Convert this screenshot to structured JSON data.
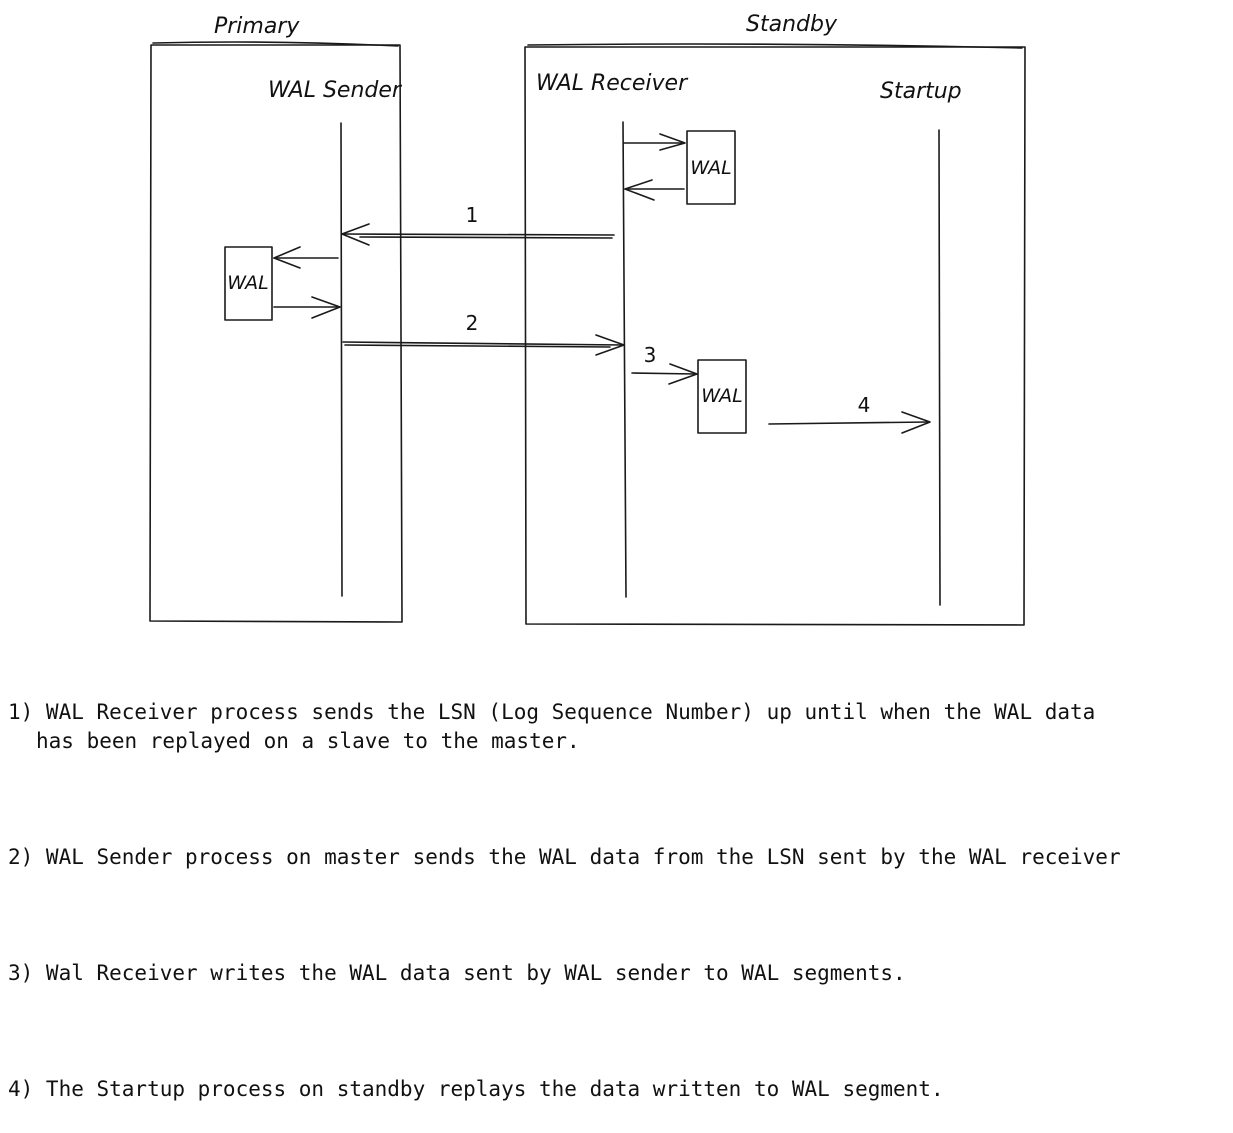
{
  "diagram": {
    "primary_title": "Primary",
    "standby_title": "Standby",
    "wal_sender": "WAL Sender",
    "wal_receiver": "WAL Receiver",
    "startup": "Startup",
    "wal_box_label": "WAL",
    "steps": [
      "1",
      "2",
      "3",
      "4"
    ]
  },
  "notes": [
    {
      "line1": "1) WAL Receiver process sends the LSN (Log Sequence Number) up until when the WAL data",
      "line2": "has been replayed on a slave to the master."
    },
    {
      "line1": "2) WAL Sender process on master sends the WAL data from the LSN sent by the WAL receiver"
    },
    {
      "line1": "3) Wal Receiver writes the WAL data sent by WAL sender to WAL segments."
    },
    {
      "line1": "4) The Startup process on standby replays the data written to WAL segment."
    }
  ]
}
